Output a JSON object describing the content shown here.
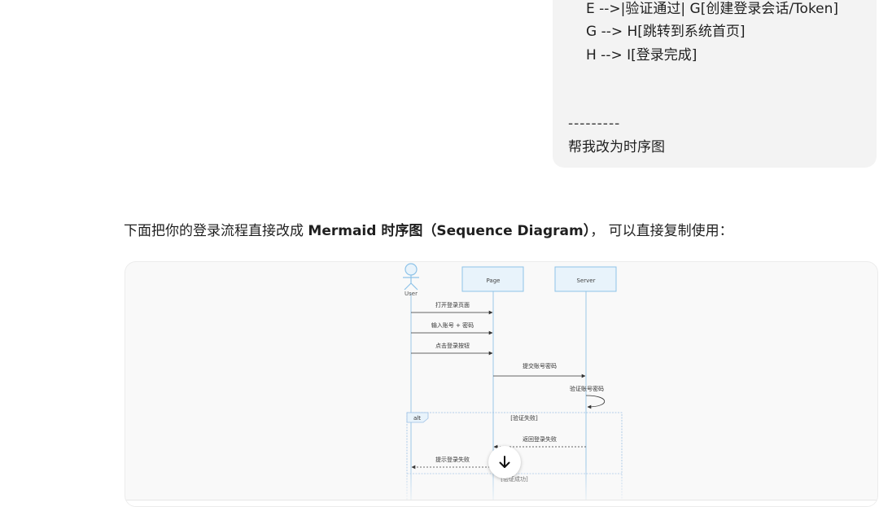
{
  "user_message": {
    "code_lines": [
      "E -->|验证通过| G[创建登录会话/Token]",
      "G --> H[跳转到系统首页]",
      "H --> I[登录完成]"
    ],
    "separator": "---------",
    "request": "帮我改为时序图"
  },
  "answer": {
    "intro_before": "下面把你的登录流程直接改成 ",
    "intro_bold": "Mermaid 时序图（Sequence Diagram）",
    "intro_after": "，  可以直接复制使用："
  },
  "diagram": {
    "participants": [
      "User",
      "Page",
      "Server"
    ],
    "messages": [
      "打开登录页面",
      "输入账号 + 密码",
      "点击登录按钮",
      "提交账号密码",
      "验证账号密码",
      "返回登录失败",
      "提示登录失败"
    ],
    "alt_label": "alt",
    "alt_branches": [
      "[验证失败]",
      "[验证成功]"
    ],
    "colors": {
      "actor_fill": "#e8f3fb",
      "actor_stroke": "#8ec3e8",
      "line": "#333333",
      "alt_stroke": "#9bbfe4"
    }
  },
  "controls": {
    "scroll_icon": "arrow-down-icon"
  }
}
